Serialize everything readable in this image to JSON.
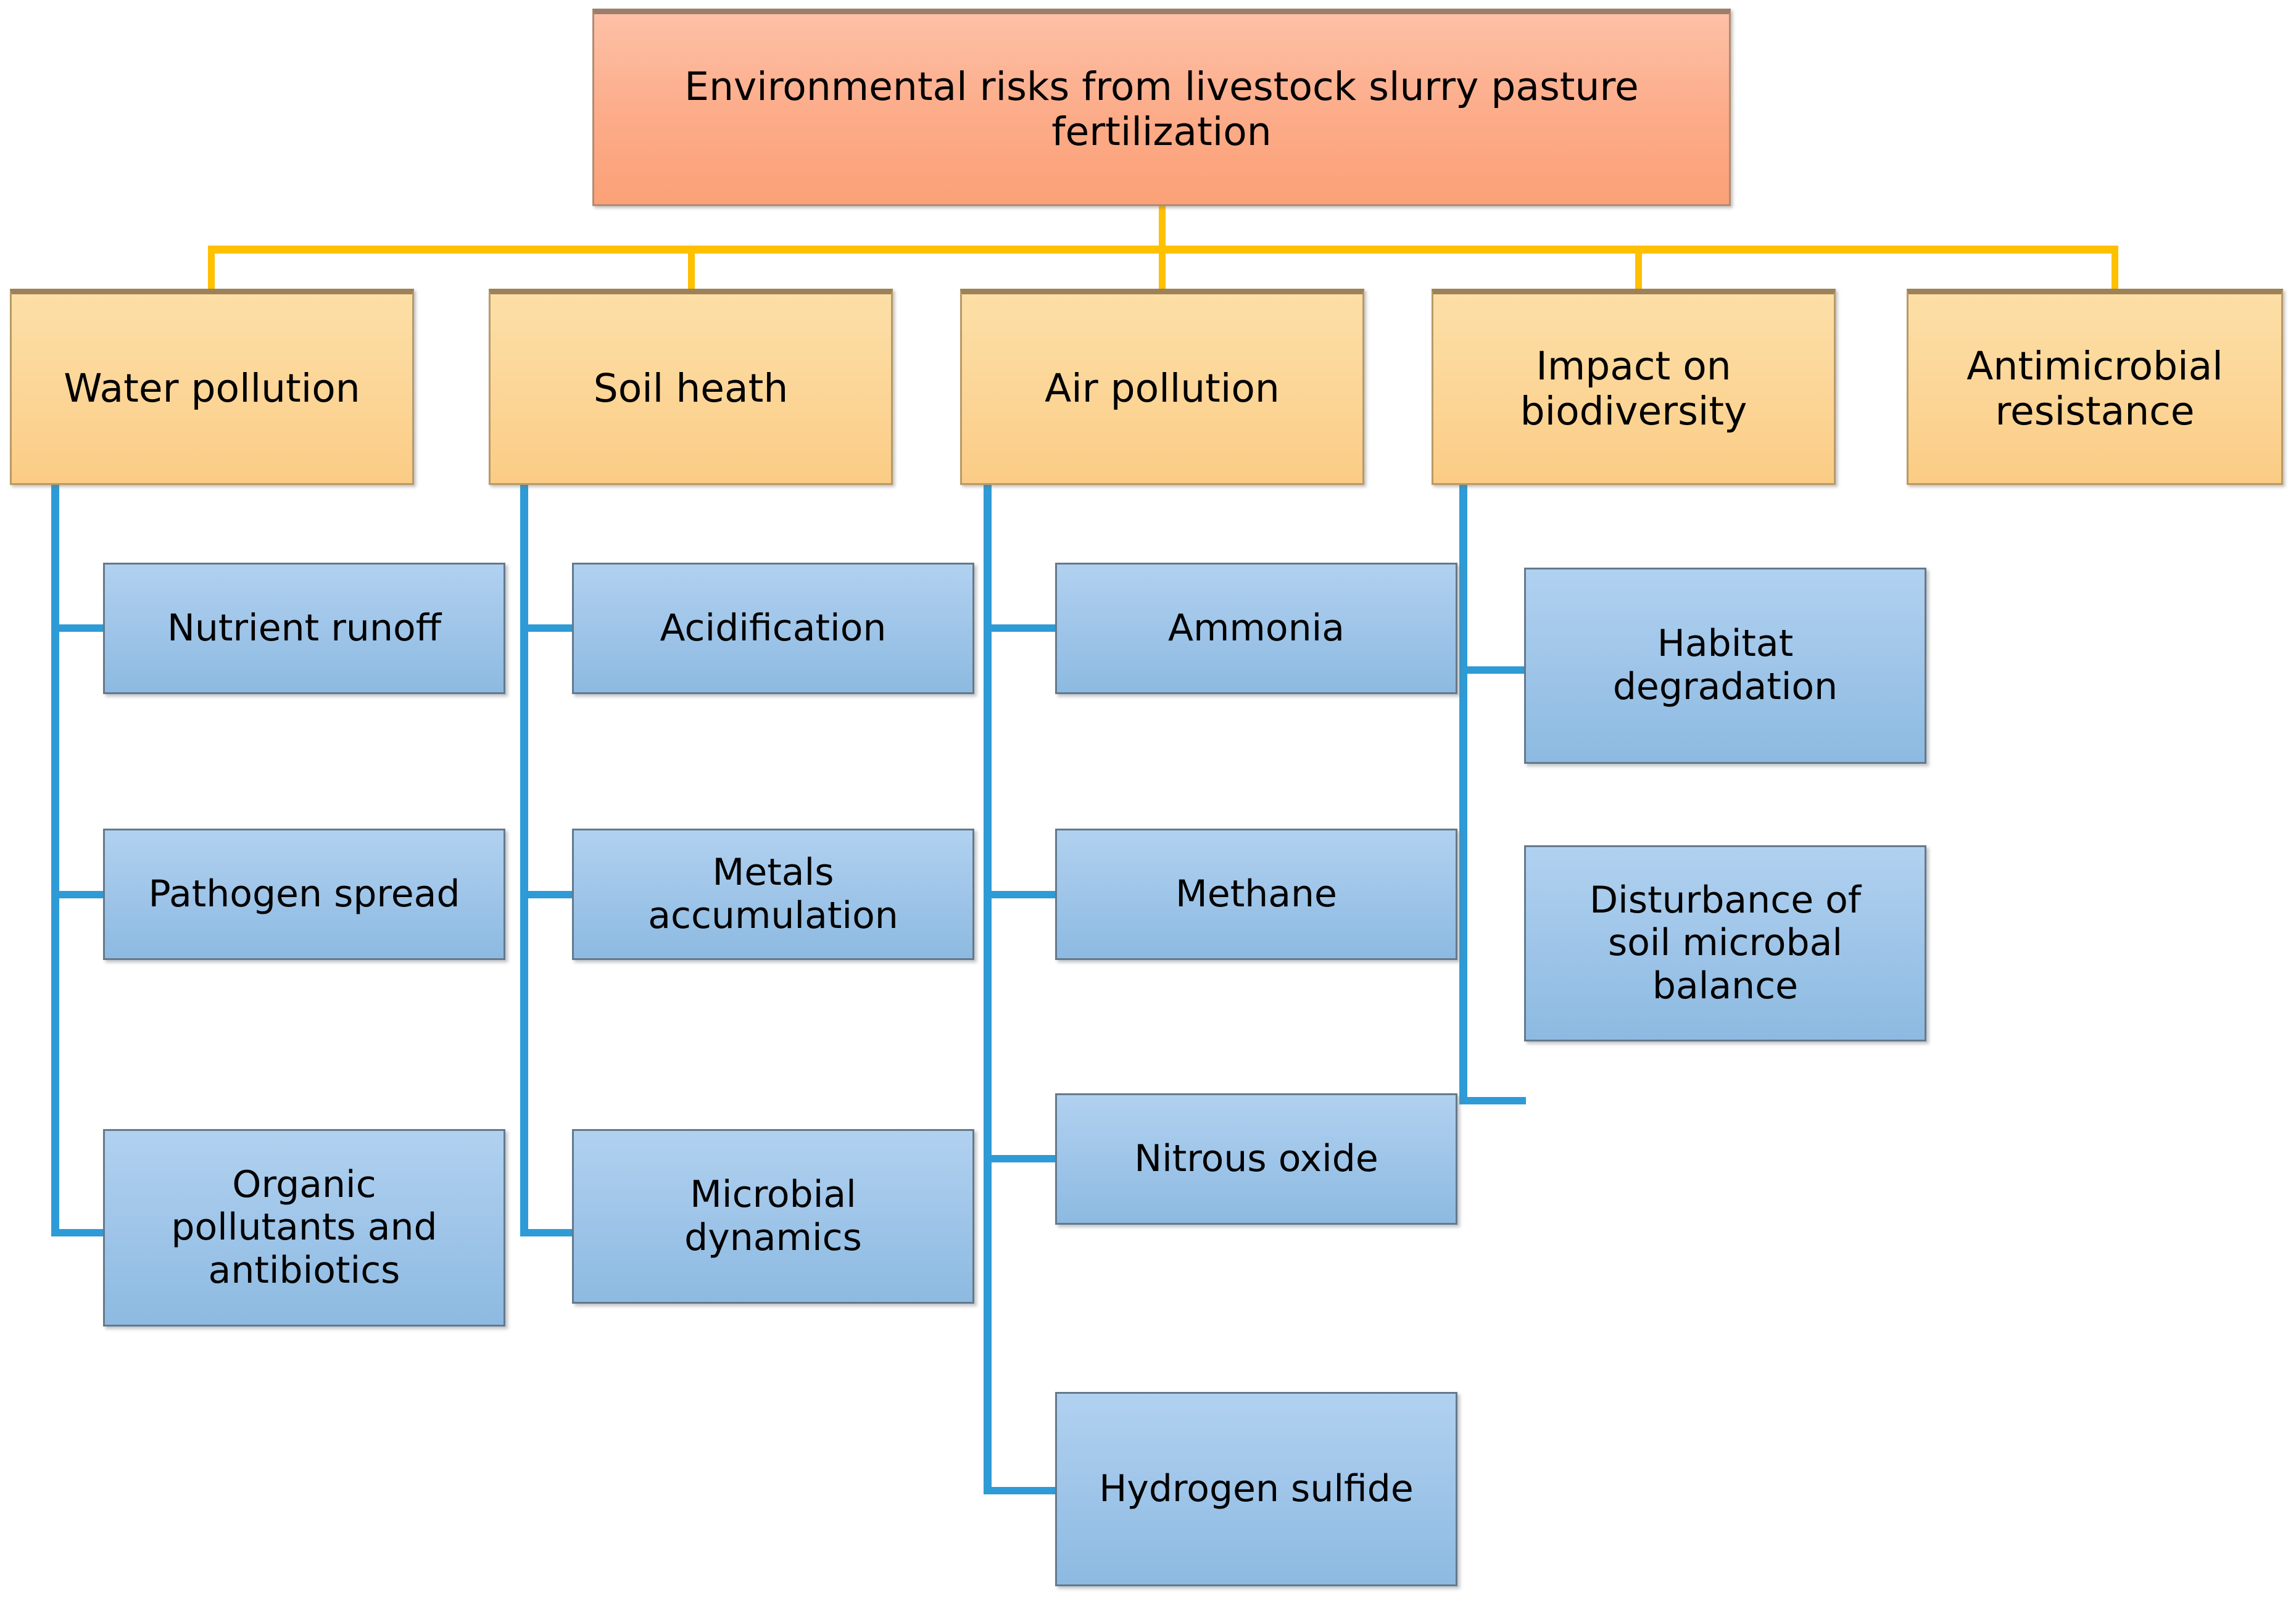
{
  "diagram": {
    "type": "hierarchy-tree",
    "title": "Environmental risks from livestock slurry pasture fertilization",
    "colors": {
      "root_fill_top": "#fdc0a6",
      "root_fill_bottom": "#fba177",
      "root_border": "#b08c74",
      "category_fill_top": "#fcdfa6",
      "category_fill_bottom": "#fbcc85",
      "category_border": "#b79a68",
      "leaf_fill_top": "#b1d1f0",
      "leaf_fill_bottom": "#8dbae1",
      "leaf_border": "#64798c",
      "connector_level1": "#ffc000",
      "connector_level2": "#2e9bd6",
      "background": "#ffffff",
      "text": "#000000"
    }
  },
  "root": {
    "label": "Environmental risks from livestock slurry pasture fertilization"
  },
  "categories": [
    {
      "label": "Water pollution",
      "children": [
        {
          "label": "Nutrient runoff"
        },
        {
          "label": "Pathogen spread"
        },
        {
          "label": "Organic\npollutants and\nantibiotics"
        }
      ]
    },
    {
      "label": "Soil heath",
      "children": [
        {
          "label": "Acidification"
        },
        {
          "label": "Metals\naccumulation"
        },
        {
          "label": "Microbial\ndynamics"
        }
      ]
    },
    {
      "label": "Air pollution",
      "children": [
        {
          "label": "Ammonia"
        },
        {
          "label": "Methane"
        },
        {
          "label": "Nitrous oxide"
        },
        {
          "label": "Hydrogen sulfide"
        }
      ]
    },
    {
      "label": "Impact on\nbiodiversity",
      "children": [
        {
          "label": "Habitat\ndegradation"
        },
        {
          "label": "Disturbance of\nsoil microbal\nbalance"
        }
      ]
    },
    {
      "label": "Antimicrobial\nresistance",
      "children": []
    }
  ]
}
